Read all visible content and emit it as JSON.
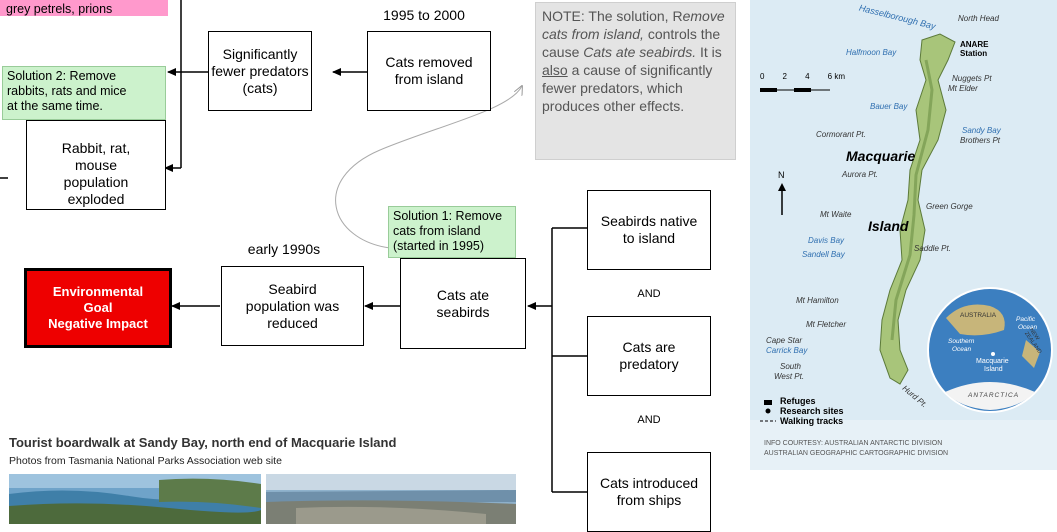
{
  "solution_top_text": "grey petrels, prions",
  "solution2": "Solution 2: Remove\nrabbits, rats and mice\nat the same time.",
  "solution1": "Solution 1: Remove\ncats from island\n(started in 1995)",
  "note": {
    "prefix": "NOTE:  The solution, R",
    "italic1": "emove cats from island,",
    "mid1": " controls the cause ",
    "italic2": "Cats ate seabirds.",
    "mid2": "  It is ",
    "underlined": "also",
    "suffix": " a cause of significantly fewer predators, which produces other effects."
  },
  "timeline": {
    "late": "1995 to 2000",
    "early": "early 1990s"
  },
  "boxes": {
    "fewer_predators": "Significantly\nfewer predators\n(cats)",
    "cats_removed": "Cats removed\nfrom island",
    "rabbit_population": "Rabbit, rat,\nmouse\npopulation\nexploded",
    "seabird_reduced": "Seabird\npopulation was\nreduced",
    "cats_ate": "Cats ate\nseabirds",
    "seabirds_native": "Seabirds native\nto island",
    "cats_predatory": "Cats are\npredatory",
    "cats_introduced": "Cats introduced\nfrom  ships"
  },
  "and_label": "AND",
  "goal": "Environmental\nGoal\nNegative Impact",
  "caption": "Tourist boardwalk at Sandy Bay, north end of Macquarie Island",
  "subcaption": "Photos from Tasmania National Parks Association web site",
  "map": {
    "places": {
      "hasselborough": "Hasselborough Bay",
      "north_head": "North Head",
      "anare": "ANARE",
      "station": "Station",
      "halfmoon": "Halfmoon Bay",
      "nuggets": "Nuggets Pt",
      "elder": "Mt Elder",
      "bauer": "Bauer Bay",
      "cormorant": "Cormorant Pt.",
      "sandy": "Sandy Bay",
      "brothers": "Brothers Pt",
      "macquarie": "Macquarie",
      "island": "Island",
      "aurora": "Aurora Pt.",
      "green_gorge": "Green Gorge",
      "waite": "Mt Waite",
      "davis": "Davis Bay",
      "sandell": "Sandell Bay",
      "saddle": "Saddle Pt.",
      "hamilton": "Mt Hamilton",
      "fletcher": "Mt Fletcher",
      "cape_star": "Cape Star",
      "carrick": "Carrick Bay",
      "south_west": "South",
      "south_west2": "West Pt.",
      "hurd": "Hurd Pt."
    },
    "scale": [
      "0",
      "2",
      "4",
      "6 km"
    ],
    "north": "N",
    "globe": {
      "australia": "AUSTRALIA",
      "pacific": "Pacific",
      "ocean": "Ocean",
      "southern": "Southern",
      "southern_ocean": "Ocean",
      "nz": "NEW ZEALAND",
      "macq": "Macquarie",
      "macq2": "Island",
      "antarctica": "ANTARCTICA"
    },
    "legend": {
      "refuges": "Refuges",
      "research": "Research sites",
      "walking": "Walking tracks"
    },
    "credit1": "INFO COURTESY: AUSTRALIAN ANTARCTIC DIVISION",
    "credit2": "AUSTRALIAN GEOGRAPHIC CARTOGRAPHIC DIVISION"
  }
}
